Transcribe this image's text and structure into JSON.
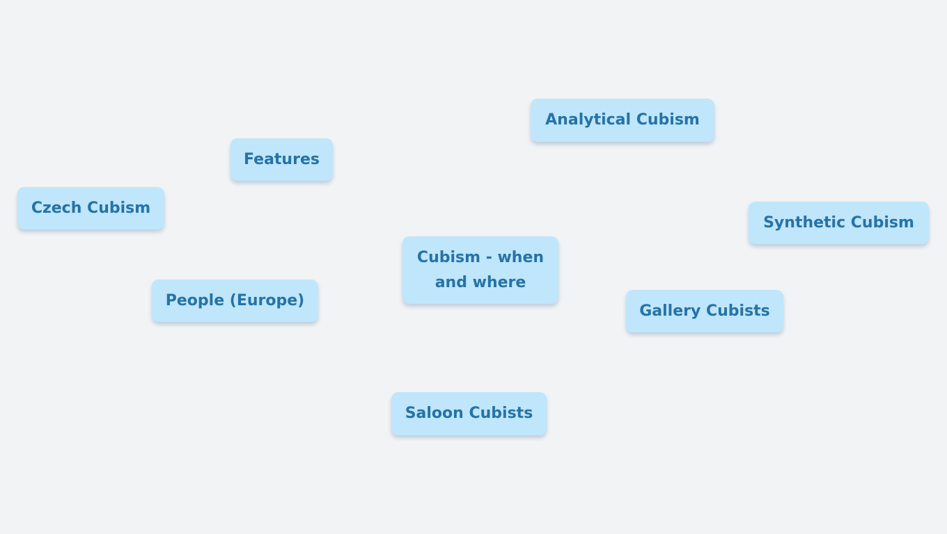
{
  "colors": {
    "background": "#f2f3f5",
    "node_fill": "#bfe6fb",
    "node_text": "#2673a6"
  },
  "mindmap": {
    "central": {
      "label": "Cubism - when and where"
    },
    "topics": [
      {
        "label": "Analytical Cubism"
      },
      {
        "label": "Features"
      },
      {
        "label": "Czech Cubism"
      },
      {
        "label": "Synthetic Cubism"
      },
      {
        "label": "People (Europe)"
      },
      {
        "label": "Gallery Cubists"
      },
      {
        "label": "Saloon Cubists"
      }
    ]
  }
}
